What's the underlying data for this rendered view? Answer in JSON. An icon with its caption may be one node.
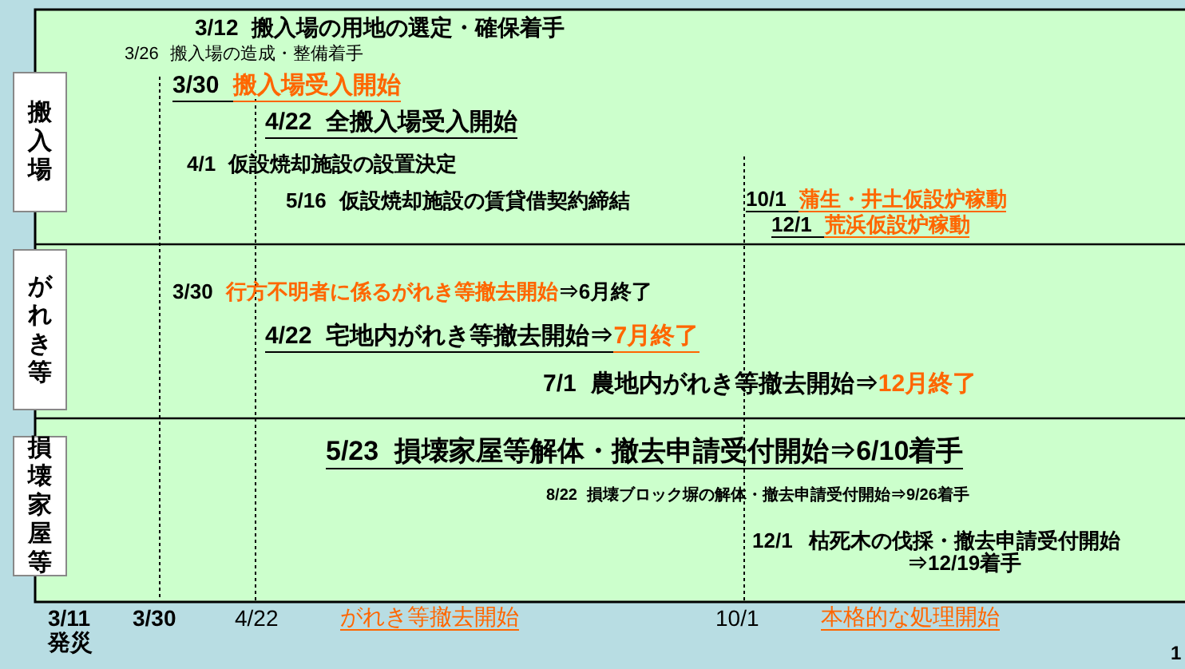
{
  "diagram": {
    "nodes": [
      {
        "text": [
          "搬入場"
        ]
      },
      {
        "text": [
          "がれき等"
        ]
      },
      {
        "text": [
          "損壊家屋等"
        ]
      }
    ],
    "labels": [
      "3/12",
      "搬入場の用地の選定・確保着手",
      "3/26",
      "搬入場の造成・整備着手",
      "3/30",
      "搬入場受入開始",
      "4/22",
      "全搬入場受入開始",
      "4/1",
      "仮設焼却施設の設置決定",
      "5/16",
      "仮設焼却施設の賃貸借契約締結",
      "10/1",
      "蒲生・井土仮設炉稼動",
      "12/1",
      "荒浜仮設炉稼動",
      "3/30",
      "行方不明者に係るがれき等撤去開始",
      "⇒6月終了",
      "4/22",
      "宅地内がれき等撤去開始⇒",
      "7月終了",
      "7/1",
      "農地内がれき等撤去開始⇒",
      "12月終了",
      "5/23",
      "損壊家屋等解体・撤去申請受付開始⇒6/10着手",
      "8/22",
      "損壊ブロック塀の解体・撤去申請受付開始⇒9/26着手",
      "12/1",
      "枯死木の伐採・撤去申請受付開始⇒12/19着手",
      "3/11 発災",
      "3/30",
      "4/22",
      "がれき等撤去開始",
      "10/1",
      "本格的な処理開始",
      "1"
    ]
  }
}
